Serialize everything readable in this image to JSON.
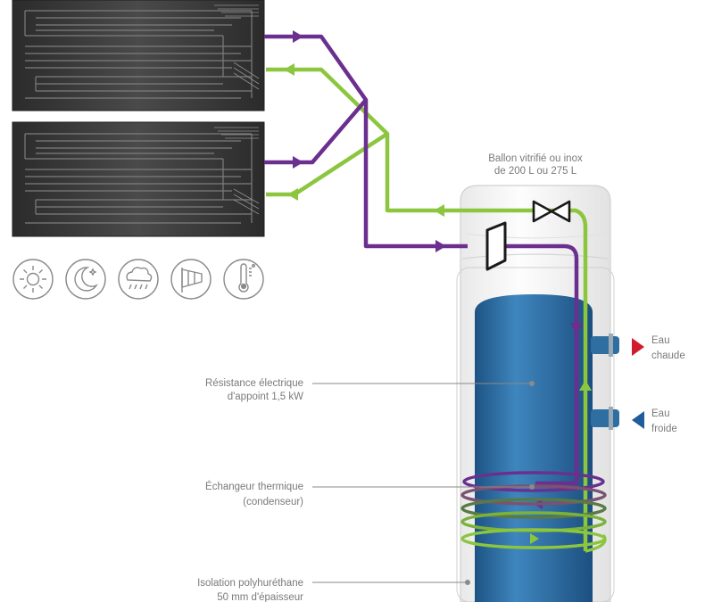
{
  "labels": {
    "tank_title_1": "Ballon vitrifié ou inox",
    "tank_title_2": "de 200 L ou 275 L",
    "resistance_1": "Résistance électrique",
    "resistance_2": "d'appoint 1,5 kW",
    "exchanger_1": "Échangeur thermique",
    "exchanger_2": "(condenseur)",
    "insulation_1": "Isolation polyhuréthane",
    "insulation_2": "50 mm d'épaisseur",
    "hot_1": "Eau",
    "hot_2": "chaude",
    "cold_1": "Eau",
    "cold_2": "froide"
  },
  "weather_icons": [
    "sun-icon",
    "night-moon-icon",
    "cloud-rain-icon",
    "windsock-icon",
    "thermometer-icon"
  ],
  "colors": {
    "purple": "#6b2f8f",
    "green": "#8cc63f",
    "panel": "#333333",
    "tank_blue": "#2e6ea1",
    "hot_arrow": "#d11a2a",
    "cold_arrow": "#1f5c99",
    "icon_gray": "#8a8a8a"
  }
}
